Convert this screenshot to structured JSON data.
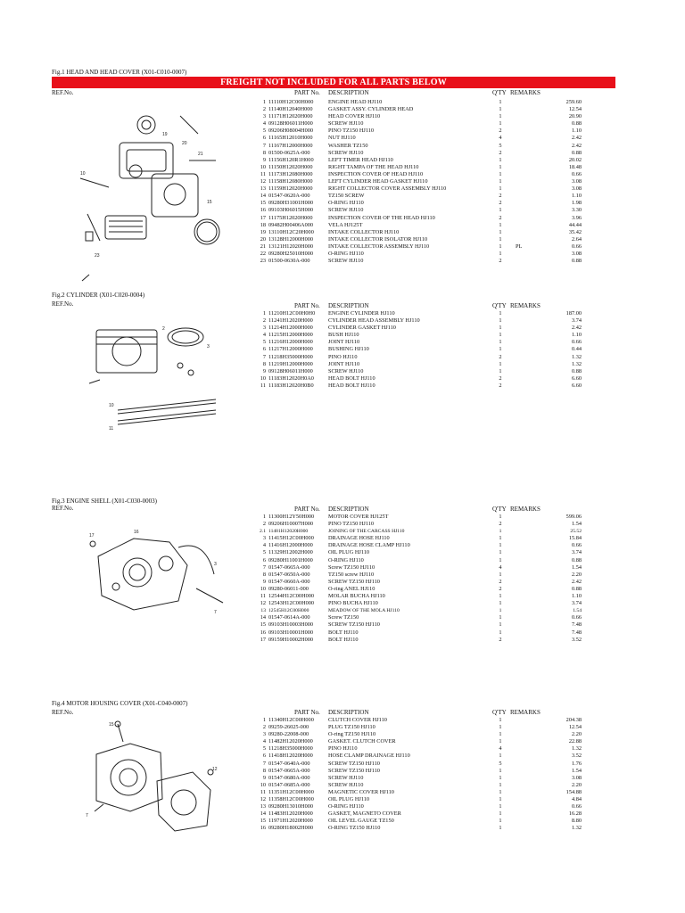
{
  "banner": "FREIGHT NOT INCLUDED FOR ALL PARTS BELOW",
  "headers": {
    "ref": "REF.No.",
    "part": "PART No.",
    "desc": "DESCRIPTION",
    "qty": "Q'TY",
    "remarks": "REMARKS"
  },
  "figures": [
    {
      "title": "Fig.1 HEAD AND HEAD COVER (X01-C010-0007)",
      "rows": [
        {
          "ref": "1",
          "part": "11110H12C00H000",
          "desc": "ENGINE HEAD HJ110",
          "qty": "1",
          "rem": "",
          "price": "259.60"
        },
        {
          "ref": "2",
          "part": "11140H12040H000",
          "desc": "GASKET ASSY. CYLINDER HEAD",
          "qty": "1",
          "rem": "",
          "price": "12.54"
        },
        {
          "ref": "3",
          "part": "11171H12020H000",
          "desc": "HEAD COVER HJ110",
          "qty": "1",
          "rem": "",
          "price": "20.90"
        },
        {
          "ref": "4",
          "part": "09128H06011H000",
          "desc": "SCREW HJ110",
          "qty": "1",
          "rem": "",
          "price": "0.88"
        },
        {
          "ref": "5",
          "part": "09206H08004H000",
          "desc": "PINO TZ150 HJ110",
          "qty": "2",
          "rem": "",
          "price": "1.10"
        },
        {
          "ref": "6",
          "part": "11165H12010H000",
          "desc": "NUT HJ110",
          "qty": "4",
          "rem": "",
          "price": "2.42"
        },
        {
          "ref": "7",
          "part": "11167H12000H000",
          "desc": "WASHER TZ150",
          "qty": "5",
          "rem": "",
          "price": "2.42"
        },
        {
          "ref": "8",
          "part": "01500-0625A-000",
          "desc": "SCREW HJ110",
          "qty": "2",
          "rem": "",
          "price": "0.88"
        },
        {
          "ref": "9",
          "part": "11156H120R1H000",
          "desc": "LEFT TIMER HEAD HJ110",
          "qty": "1",
          "rem": "",
          "price": "20.02"
        },
        {
          "ref": "10",
          "part": "11150H12020H000",
          "desc": "RIGHT TAMPA OF THE HEAD HJ110",
          "qty": "1",
          "rem": "",
          "price": "18.48"
        },
        {
          "ref": "11",
          "part": "11173H12080H000",
          "desc": "INSPECTION COVER OF HEAD HJ110",
          "qty": "1",
          "rem": "",
          "price": "0.66"
        },
        {
          "ref": "12",
          "part": "11158H12080H000",
          "desc": "LEFT CYLINDER HEAD GASKET HJ110",
          "qty": "1",
          "rem": "",
          "price": "3.08"
        },
        {
          "ref": "13",
          "part": "11159H12020H000",
          "desc": "RIGHT COLLECTOR COVER ASSEMBLY HJ110",
          "qty": "1",
          "rem": "",
          "price": "3.08"
        },
        {
          "ref": "14",
          "part": "01547-0620A-000",
          "desc": "TZ150 SCREW",
          "qty": "2",
          "rem": "",
          "price": "1.10"
        },
        {
          "ref": "15",
          "part": "09280H31001H000",
          "desc": "O-RING HJ110",
          "qty": "2",
          "rem": "",
          "price": "1.98"
        },
        {
          "ref": "16",
          "part": "09103H06015H000",
          "desc": "SCREW HJ110",
          "qty": "1",
          "rem": "",
          "price": "3.30"
        },
        {
          "ref": "17",
          "part": "11175H12020H000",
          "desc": "INSPECTION COVER OF THE HEAD HJ110",
          "qty": "2",
          "rem": "",
          "price": "3.96"
        },
        {
          "ref": "18",
          "part": "09482H00406A000",
          "desc": "VELA HJ125T",
          "qty": "1",
          "rem": "",
          "price": "44.44"
        },
        {
          "ref": "19",
          "part": "13110H12C20H000",
          "desc": "INTAKE COLLECTOR HJ110",
          "qty": "1",
          "rem": "",
          "price": "35.42"
        },
        {
          "ref": "20",
          "part": "13128H12000H000",
          "desc": "INTAKE COLLECTOR ISOLATOR HJ110",
          "qty": "1",
          "rem": "",
          "price": "2.64"
        },
        {
          "ref": "21",
          "part": "13121H12020H000",
          "desc": "INTAKE COLLECTOR ASSEMBLY HJ110",
          "qty": "1",
          "rem": "PL",
          "price": "0.66"
        },
        {
          "ref": "22",
          "part": "09280H25010H000",
          "desc": "O-RING HJ110",
          "qty": "1",
          "rem": "",
          "price": "3.08"
        },
        {
          "ref": "23",
          "part": "01500-0630A-000",
          "desc": "SCREW HJ110",
          "qty": "2",
          "rem": "",
          "price": "0.88"
        }
      ]
    },
    {
      "title": "Fig.2 CYLINDER (X01-C020-0004)",
      "rows": [
        {
          "ref": "1",
          "part": "11210H12C00H0H0",
          "desc": "ENGINE CYLINDER HJ110",
          "qty": "1",
          "rem": "",
          "price": "187.00"
        },
        {
          "ref": "2",
          "part": "11241H12020H000",
          "desc": "CYLINDER HEAD ASSEMBLY HJ110",
          "qty": "1",
          "rem": "",
          "price": "3.74"
        },
        {
          "ref": "3",
          "part": "11214H12000H000",
          "desc": "CYLINDER GASKET HJ110",
          "qty": "1",
          "rem": "",
          "price": "2.42"
        },
        {
          "ref": "4",
          "part": "11215H12000H000",
          "desc": "BUSH HJ110",
          "qty": "1",
          "rem": "",
          "price": "1.10"
        },
        {
          "ref": "5",
          "part": "11216H12000H000",
          "desc": "JOINT HJ110",
          "qty": "1",
          "rem": "",
          "price": "0.66"
        },
        {
          "ref": "6",
          "part": "11217H12000H000",
          "desc": "BUSHING HJ110",
          "qty": "1",
          "rem": "",
          "price": "0.44"
        },
        {
          "ref": "7",
          "part": "11218H35000H000",
          "desc": "PINO HJ110",
          "qty": "2",
          "rem": "",
          "price": "1.32"
        },
        {
          "ref": "8",
          "part": "11219H12000H000",
          "desc": "JOINT HJ110",
          "qty": "1",
          "rem": "",
          "price": "1.32"
        },
        {
          "ref": "9",
          "part": "09128H06011H000",
          "desc": "SCREW HJ110",
          "qty": "1",
          "rem": "",
          "price": "0.88"
        },
        {
          "ref": "10",
          "part": "11183H12020H0A0",
          "desc": "HEAD BOLT HJ110",
          "qty": "2",
          "rem": "",
          "price": "6.60"
        },
        {
          "ref": "11",
          "part": "11183H12020H0B0",
          "desc": "HEAD BOLT HJ110",
          "qty": "2",
          "rem": "",
          "price": "6.60"
        }
      ]
    },
    {
      "title": "Fig.3 ENGINE SHELL (X01-C030-0003)",
      "rows": [
        {
          "ref": "1",
          "part": "11300H12Y50H000",
          "desc": "MOTOR COVER HJ125T",
          "qty": "1",
          "rem": "",
          "price": "599.06"
        },
        {
          "ref": "2",
          "part": "09206H10007H000",
          "desc": "PINO TZ150 HJ110",
          "qty": "2",
          "rem": "",
          "price": "1.54"
        },
        {
          "ref": "2.1",
          "part": "11481H12020H000",
          "desc": "JOINING OF THE CARCASS HJ110",
          "qty": "1",
          "rem": "",
          "price": "25.52",
          "small": true
        },
        {
          "ref": "3",
          "part": "11415H12C00H000",
          "desc": "DRAINAGE HOSE HJ110",
          "qty": "1",
          "rem": "",
          "price": "15.84"
        },
        {
          "ref": "4",
          "part": "11416H12000H000",
          "desc": "DRAINAGE HOSE CLAMP HJ110",
          "qty": "1",
          "rem": "",
          "price": "0.66"
        },
        {
          "ref": "5",
          "part": "11329H12002H000",
          "desc": "OIL PLUG HJ110",
          "qty": "1",
          "rem": "",
          "price": "3.74"
        },
        {
          "ref": "6",
          "part": "09280H11001H000",
          "desc": "O-RING HJ110",
          "qty": "1",
          "rem": "",
          "price": "0.88"
        },
        {
          "ref": "7",
          "part": "01547-0665A-000",
          "desc": "Screw TZ150 HJ110",
          "qty": "4",
          "rem": "",
          "price": "1.54"
        },
        {
          "ref": "8",
          "part": "01547-0650A-000",
          "desc": "TZ150 screw HJ110",
          "qty": "1",
          "rem": "",
          "price": "2.20"
        },
        {
          "ref": "9",
          "part": "01547-0660A-000",
          "desc": "SCREW TZ150 HJ110",
          "qty": "2",
          "rem": "",
          "price": "2.42"
        },
        {
          "ref": "10",
          "part": "09280-06011-000",
          "desc": "O-ring ANEL HJ110",
          "qty": "2",
          "rem": "",
          "price": "0.88"
        },
        {
          "ref": "11",
          "part": "12544H12C00H000",
          "desc": "MOLAR BUCHA HJ110",
          "qty": "1",
          "rem": "",
          "price": "1.10"
        },
        {
          "ref": "12",
          "part": "12543H12C00H000",
          "desc": "PINO BUCHA HJ110",
          "qty": "1",
          "rem": "",
          "price": "3.74"
        },
        {
          "ref": "13",
          "part": "12545H12C00H000",
          "desc": "MEADOW OF THE MOLA HJ110",
          "qty": "1",
          "rem": "",
          "price": "1.54",
          "small": true
        },
        {
          "ref": "14",
          "part": "01547-0614A-000",
          "desc": "Screw TZ150",
          "qty": "1",
          "rem": "",
          "price": "0.66"
        },
        {
          "ref": "15",
          "part": "09103H10003H000",
          "desc": "SCREW TZ150 HJ110",
          "qty": "1",
          "rem": "",
          "price": "7.48"
        },
        {
          "ref": "16",
          "part": "09103H10001H000",
          "desc": "BOLT HJ110",
          "qty": "1",
          "rem": "",
          "price": "7.48"
        },
        {
          "ref": "17",
          "part": "09159H10002H000",
          "desc": "BOLT HJ110",
          "qty": "2",
          "rem": "",
          "price": "3.52"
        }
      ]
    },
    {
      "title": "Fig.4 MOTOR HOUSING COVER (X01-C040-0007)",
      "rows": [
        {
          "ref": "1",
          "part": "11340H12C00H000",
          "desc": "CLUTCH COVER HJ110",
          "qty": "1",
          "rem": "",
          "price": "204.38"
        },
        {
          "ref": "2",
          "part": "09259-26025-000",
          "desc": "PLUG TZ150 HJ110",
          "qty": "1",
          "rem": "",
          "price": "12.54"
        },
        {
          "ref": "3",
          "part": "09280-22008-000",
          "desc": "O-ring TZ150 HJ110",
          "qty": "1",
          "rem": "",
          "price": "2.20"
        },
        {
          "ref": "4",
          "part": "11482H12020H000",
          "desc": "GASKET. CLUTCH COVER",
          "qty": "1",
          "rem": "",
          "price": "22.88"
        },
        {
          "ref": "5",
          "part": "11218H35000H000",
          "desc": "PINO HJ110",
          "qty": "4",
          "rem": "",
          "price": "1.32"
        },
        {
          "ref": "6",
          "part": "11418H12020H000",
          "desc": "HOSE CLAMP DRAINAGE HJ110",
          "qty": "1",
          "rem": "",
          "price": "3.52"
        },
        {
          "ref": "7",
          "part": "01547-0640A-000",
          "desc": "SCREW TZ150 HJ110",
          "qty": "5",
          "rem": "",
          "price": "1.76"
        },
        {
          "ref": "8",
          "part": "01547-0665A-000",
          "desc": "SCREW TZ150 HJ110",
          "qty": "1",
          "rem": "",
          "price": "1.54"
        },
        {
          "ref": "9",
          "part": "01547-0680A-000",
          "desc": "SCREW HJ110",
          "qty": "1",
          "rem": "",
          "price": "3.08"
        },
        {
          "ref": "10",
          "part": "01547-0685A-000",
          "desc": "SCREW HJ110",
          "qty": "1",
          "rem": "",
          "price": "2.20"
        },
        {
          "ref": "11",
          "part": "11351H12C00H000",
          "desc": "MAGNETIC COVER HJ110",
          "qty": "1",
          "rem": "",
          "price": "154.88"
        },
        {
          "ref": "12",
          "part": "11358H12C00H000",
          "desc": "OIL PLUG HJ110",
          "qty": "1",
          "rem": "",
          "price": "4.84"
        },
        {
          "ref": "13",
          "part": "09280H13010H000",
          "desc": "O-RING HJ110",
          "qty": "1",
          "rem": "",
          "price": "0.66"
        },
        {
          "ref": "14",
          "part": "11483H12020H000",
          "desc": "GASKET, MAGNETO COVER",
          "qty": "1",
          "rem": "",
          "price": "16.28"
        },
        {
          "ref": "15",
          "part": "11971H12020H000",
          "desc": "OIL LEVEL GAUGE TZ150",
          "qty": "1",
          "rem": "",
          "price": "8.80"
        },
        {
          "ref": "16",
          "part": "09280H18002H000",
          "desc": "O-RING TZ150 HJ110",
          "qty": "1",
          "rem": "",
          "price": "1.32"
        }
      ]
    }
  ]
}
